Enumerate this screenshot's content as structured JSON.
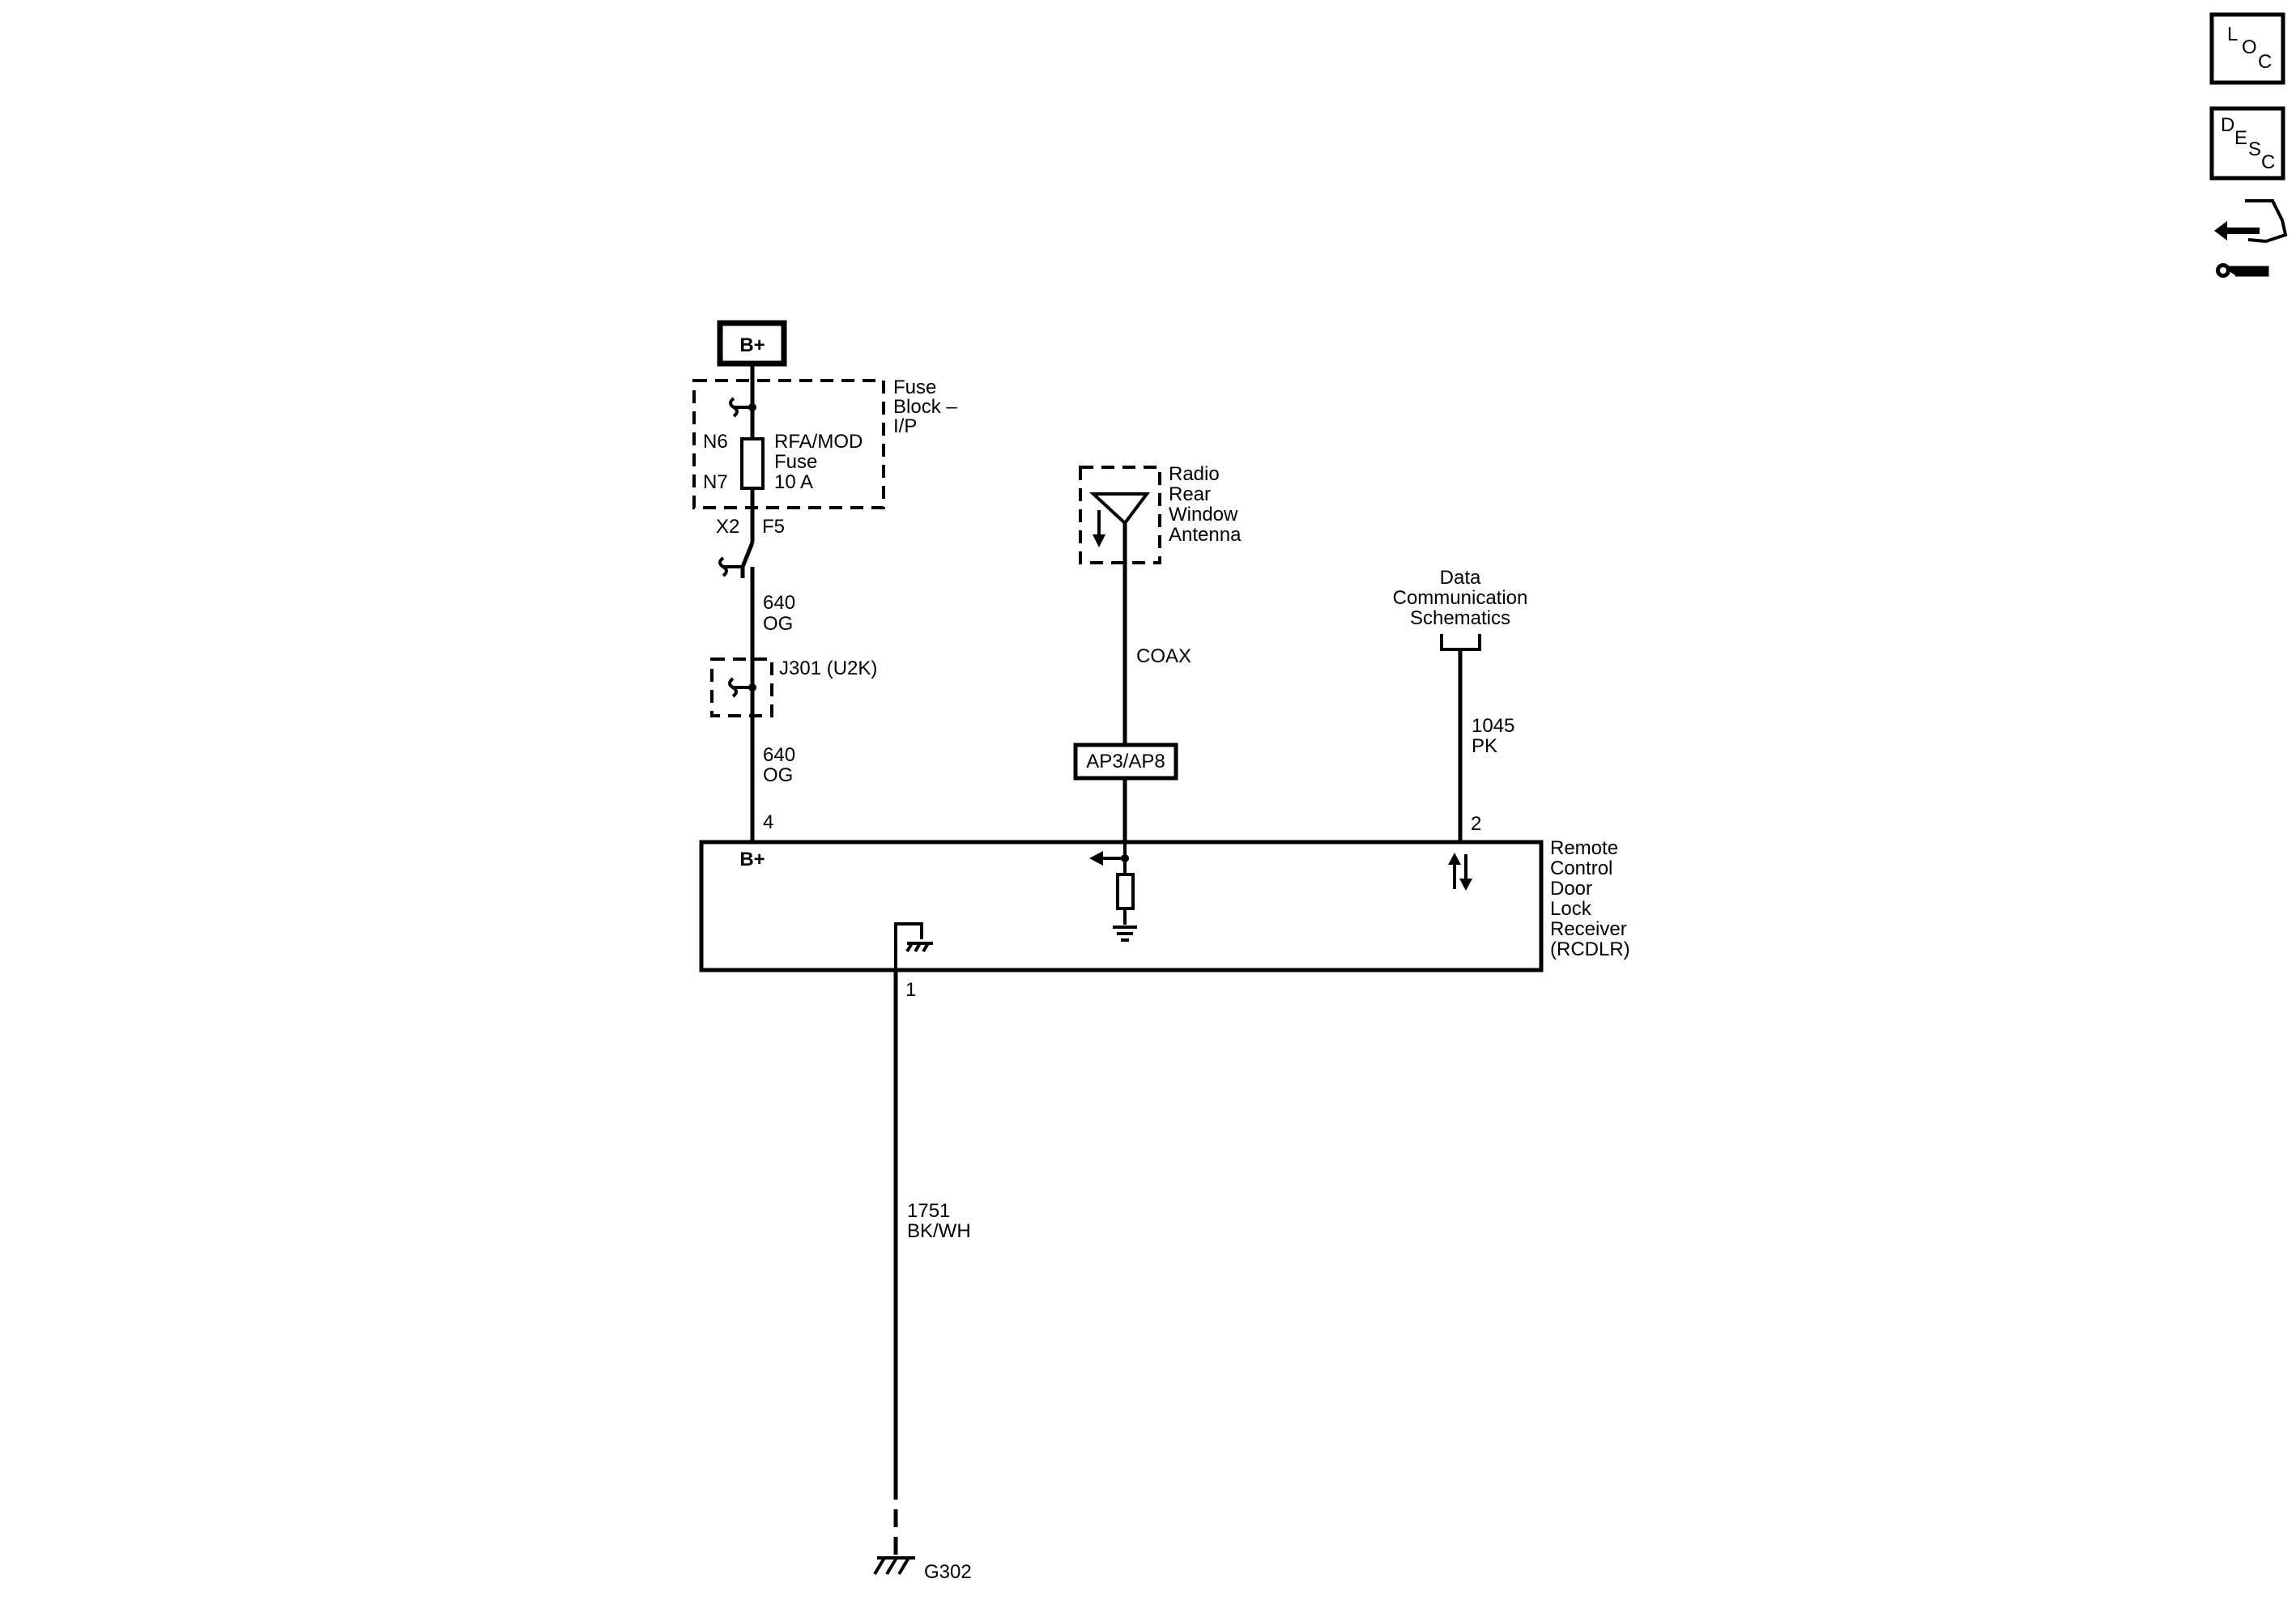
{
  "nav_icons": {
    "loc": {
      "l1": "L",
      "l2": "O",
      "l3": "C"
    },
    "desc": {
      "l1": "D",
      "l2": "E",
      "l3": "S",
      "l4": "C"
    },
    "connector_icon": "connector-wrench-icon"
  },
  "power": {
    "label": "B+"
  },
  "fuse_block": {
    "name_l1": "Fuse",
    "name_l2": "Block –",
    "name_l3": "I/P",
    "pin_in": "N6",
    "pin_out": "N7",
    "fuse_l1": "RFA/MOD",
    "fuse_l2": "Fuse",
    "fuse_l3": "10 A",
    "conn": "X2",
    "conn_pin": "F5"
  },
  "wire_640_upper": {
    "num": "640",
    "color": "OG"
  },
  "splice": {
    "label": "J301 (U2K)"
  },
  "wire_640_lower": {
    "num": "640",
    "color": "OG"
  },
  "antenna": {
    "l1": "Radio",
    "l2": "Rear",
    "l3": "Window",
    "l4": "Antenna"
  },
  "coax": {
    "label": "COAX"
  },
  "ap_conn": {
    "label": "AP3/AP8"
  },
  "data_comm": {
    "l1": "Data",
    "l2": "Communication",
    "l3": "Schematics"
  },
  "wire_1045": {
    "num": "1045",
    "color": "PK"
  },
  "pins": {
    "b_plus": "4",
    "data": "2",
    "ground": "1"
  },
  "rcdlr": {
    "b_plus_label": "B+",
    "l1": "Remote",
    "l2": "Control",
    "l3": "Door",
    "l4": "Lock",
    "l5": "Receiver",
    "l6": "(RCDLR)"
  },
  "wire_1751": {
    "num": "1751",
    "color": "BK/WH"
  },
  "ground": {
    "label": "G302"
  }
}
